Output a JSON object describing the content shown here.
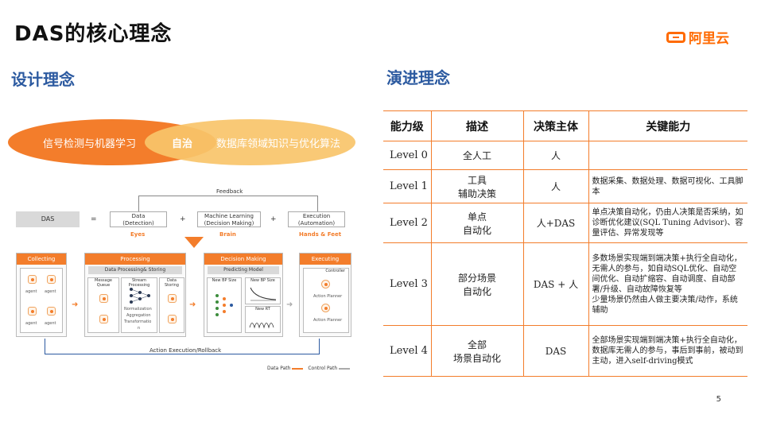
{
  "title": "DAS的核心理念",
  "logo": {
    "text": "阿里云"
  },
  "left_subtitle": "设计理念",
  "right_subtitle": "演进理念",
  "venn": {
    "left": "信号检测与机器学习",
    "center": "自治",
    "right": "数据库领域知识与优化算法"
  },
  "diagram": {
    "feedback": "Feedback",
    "das": "DAS",
    "eq": "=",
    "plus": "+",
    "components": [
      {
        "name": "Data",
        "sub": "(Detection)",
        "organ": "Eyes"
      },
      {
        "name": "Machine Learning",
        "sub": "(Decision Making)",
        "organ": "Brain"
      },
      {
        "name": "Execution",
        "sub": "(Automation)",
        "organ": "Hands & Feet"
      }
    ],
    "panels": {
      "collecting": "Collecting",
      "processing": "Processing",
      "processing_sub": "Data Processing& Storing",
      "decision": "Decision Making",
      "decision_sub": "Predicting Model",
      "executing": "Executing",
      "executing_sub": "Controller"
    },
    "agents": [
      "agent",
      "agent",
      "agent",
      "agent"
    ],
    "proc_items": [
      "Message Queue",
      "Stream Processing",
      "Data Storing"
    ],
    "proc_notes": [
      "Normalization",
      "Aggregation",
      "Transformatio",
      "n"
    ],
    "decision_items": [
      "New BP Size",
      "New BP Size",
      "New RT"
    ],
    "planners": [
      "Action Planner",
      "Action Planner"
    ],
    "rollback": "Action Execution/Rollback",
    "legend_data": "Data Path",
    "legend_control": "Control Path"
  },
  "table": {
    "headers": [
      "能力级",
      "描述",
      "决策主体",
      "关键能力"
    ],
    "rows": [
      {
        "level": "Level 0",
        "desc": "全人工",
        "actor": "人",
        "ability": ""
      },
      {
        "level": "Level 1",
        "desc": "工具\n辅助决策",
        "actor": "人",
        "ability": "数据采集、数据处理、数据可视化、工具脚本"
      },
      {
        "level": "Level 2",
        "desc": "单点\n自动化",
        "actor": "人+DAS",
        "ability": "单点决策自动化，仍由人决策是否采纳，如诊断优化建议(SQL Tuning Advisor)、容量评估、异常发现等"
      },
      {
        "level": "Level 3",
        "desc": "部分场景\n自动化",
        "actor": "DAS + 人",
        "ability": "多数场景实现端到端决策+执行全自动化，无需人的参与，如自动SQL优化、自动空间优化、自动扩缩容、自动调度、自动部署/升级、自动故障恢复等\n少量场景仍然由人做主要决策/动作，系统辅助"
      },
      {
        "level": "Level 4",
        "desc": "全部\n场景自动化",
        "actor": "DAS",
        "ability": "全部场景实现端到端决策+执行全自动化，数据库无需人的参与，事后到事前，被动到主动，进入self-driving模式"
      }
    ]
  },
  "page_number": "5"
}
